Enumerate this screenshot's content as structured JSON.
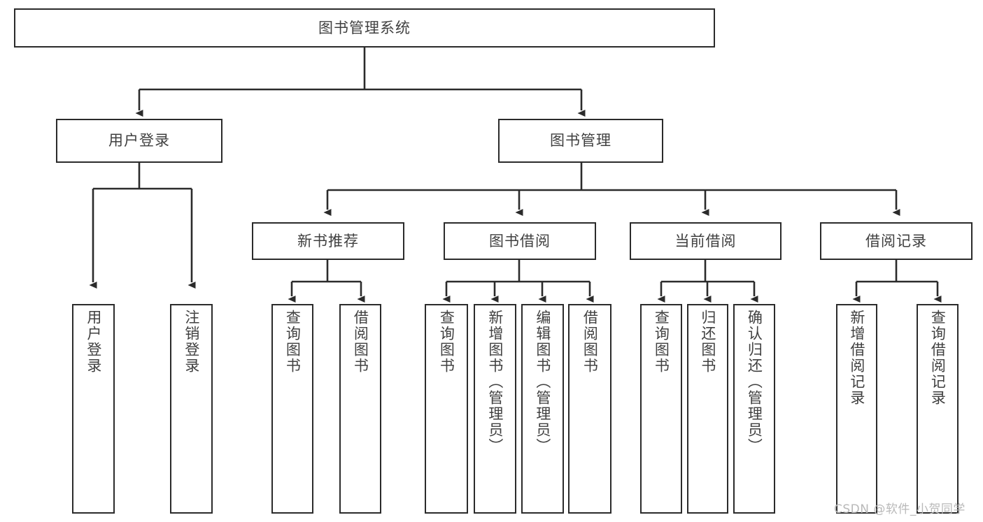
{
  "diagram": {
    "title": "图书管理系统",
    "type": "tree-hierarchy-chart",
    "colors": {
      "box_border": "#2b2b2b",
      "box_fill": "#ffffff",
      "text": "#404040",
      "edge": "#2b2b2b",
      "watermark": "#b9b9b9",
      "background": "#ffffff"
    }
  },
  "root": {
    "label": "图书管理系统"
  },
  "level1": [
    {
      "label": "用户登录"
    },
    {
      "label": "图书管理"
    }
  ],
  "level2": [
    {
      "label": "新书推荐"
    },
    {
      "label": "图书借阅"
    },
    {
      "label": "当前借阅"
    },
    {
      "label": "借阅记录"
    }
  ],
  "leaves": {
    "user_login": [
      {
        "label": "用户登录"
      },
      {
        "label": "注销登录"
      }
    ],
    "new_book_recommend": [
      {
        "label": "查询图书"
      },
      {
        "label": "借阅图书"
      }
    ],
    "book_borrow": [
      {
        "label": "查询图书"
      },
      {
        "label": "新增图书（管理员）"
      },
      {
        "label": "编辑图书（管理员）"
      },
      {
        "label": "借阅图书"
      }
    ],
    "current_borrow": [
      {
        "label": "查询图书"
      },
      {
        "label": "归还图书"
      },
      {
        "label": "确认归还（管理员）"
      }
    ],
    "borrow_record": [
      {
        "label": "新增借阅记录"
      },
      {
        "label": "查询借阅记录"
      }
    ]
  },
  "watermark": {
    "text": "CSDN @软件_小贺同学"
  }
}
